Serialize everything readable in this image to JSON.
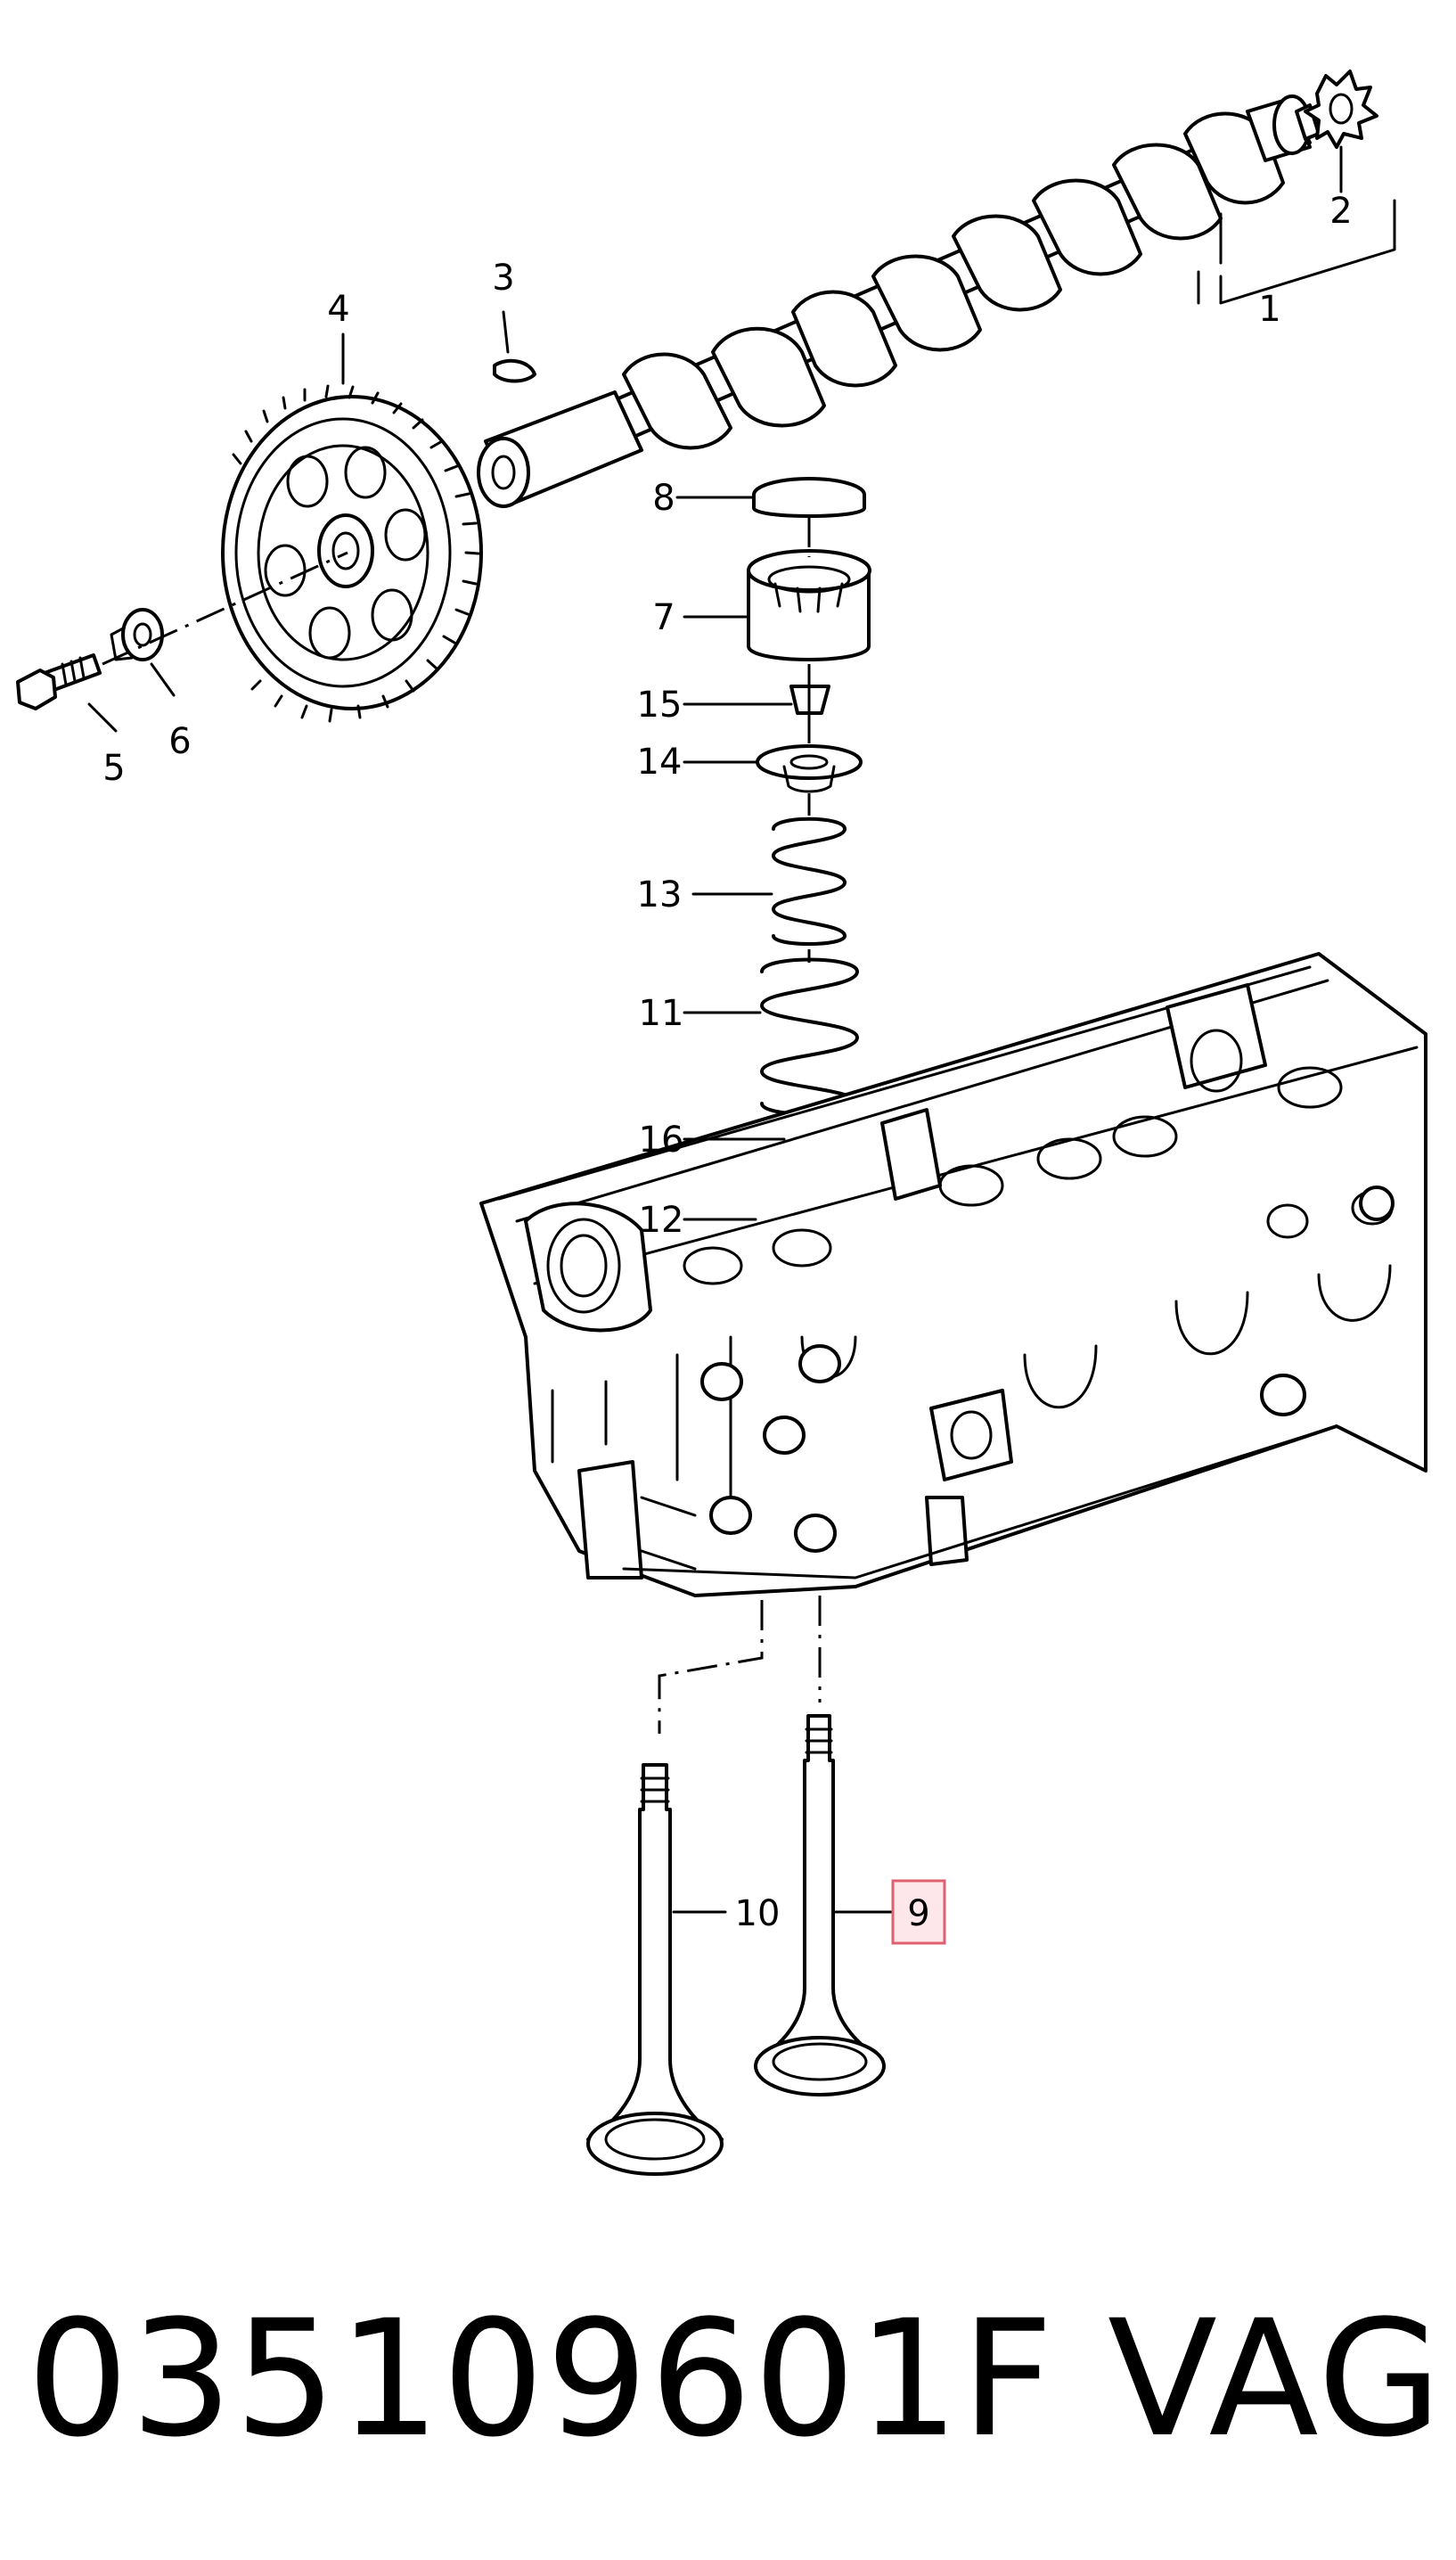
{
  "diagram": {
    "callouts": [
      {
        "id": "1",
        "label": "1"
      },
      {
        "id": "2",
        "label": "2"
      },
      {
        "id": "3",
        "label": "3"
      },
      {
        "id": "4",
        "label": "4"
      },
      {
        "id": "5",
        "label": "5"
      },
      {
        "id": "6",
        "label": "6"
      },
      {
        "id": "7",
        "label": "7"
      },
      {
        "id": "8",
        "label": "8"
      },
      {
        "id": "9",
        "label": "9",
        "highlighted": true
      },
      {
        "id": "10",
        "label": "10"
      },
      {
        "id": "11",
        "label": "11"
      },
      {
        "id": "12",
        "label": "12"
      },
      {
        "id": "13",
        "label": "13"
      },
      {
        "id": "14",
        "label": "14"
      },
      {
        "id": "15",
        "label": "15"
      },
      {
        "id": "16",
        "label": "16"
      }
    ],
    "highlight_color": "#e0606f"
  },
  "footer": {
    "part_number": "035109601F",
    "brand": "VAG"
  }
}
